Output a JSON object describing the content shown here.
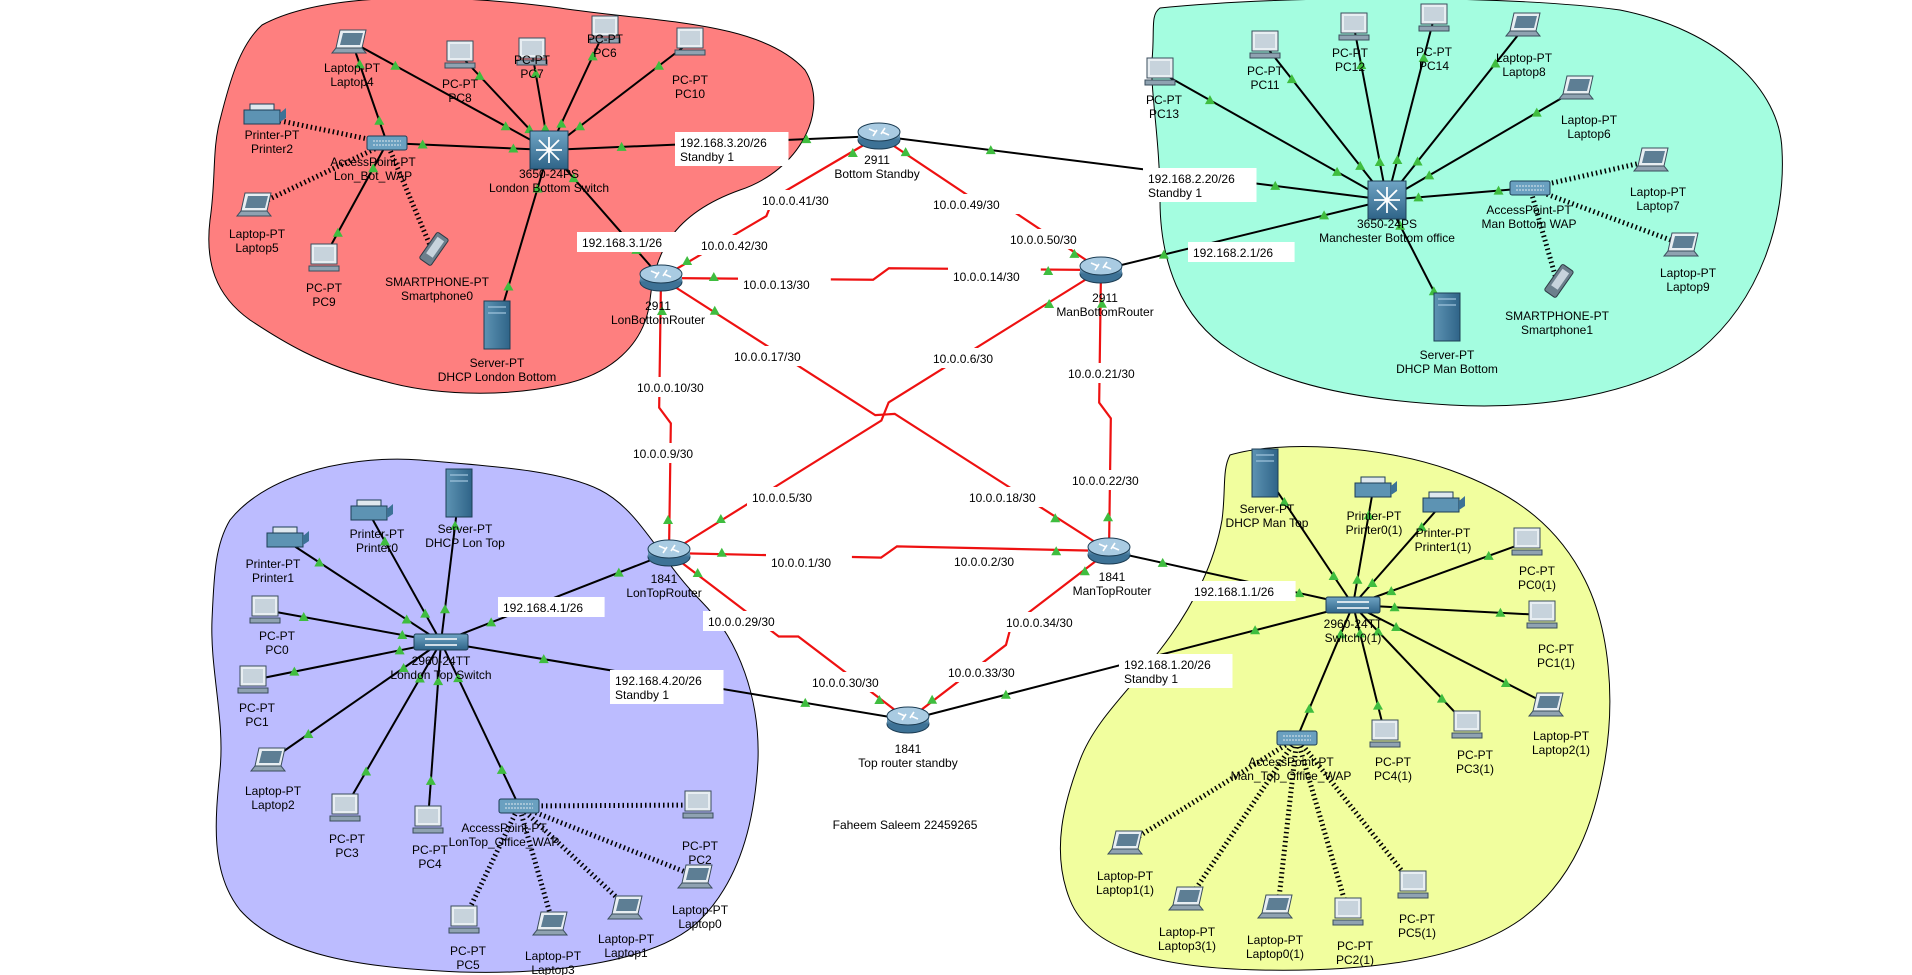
{
  "colors": {
    "london_bottom_area": "#fe7f7f",
    "manchester_bottom_area": "#a4fde0",
    "london_top_area": "#bcbcff",
    "manchester_top_area": "#f1fe9e",
    "serial_link": "#ee1111",
    "ethernet_link": "#000000",
    "link_up_marker": "#3fbd3f"
  },
  "footer": {
    "author": "Faheem Saleem 22459265"
  },
  "devices": [
    {
      "id": "laptop4",
      "type": "laptop",
      "l1": "Laptop-PT",
      "l2": "Laptop4"
    },
    {
      "id": "pc8",
      "type": "pc",
      "l1": "PC-PT",
      "l2": "PC8"
    },
    {
      "id": "pc7",
      "type": "pc",
      "l1": "PC-PT",
      "l2": "PC7"
    },
    {
      "id": "pc6",
      "type": "pc",
      "l1": "PC-PT",
      "l2": "PC6"
    },
    {
      "id": "pc10",
      "type": "pc",
      "l1": "PC-PT",
      "l2": "PC10"
    },
    {
      "id": "printer2",
      "type": "printer",
      "l1": "Printer-PT",
      "l2": "Printer2"
    },
    {
      "id": "lon_bot_wap",
      "type": "ap",
      "l1": "AccessPoint-PT",
      "l2": "Lon_Bot_WAP"
    },
    {
      "id": "london_bottom_switch",
      "type": "switch3650",
      "l1": "3650-24PS",
      "l2": "London Bottom Switch"
    },
    {
      "id": "laptop5",
      "type": "laptop",
      "l1": "Laptop-PT",
      "l2": "Laptop5"
    },
    {
      "id": "pc9",
      "type": "pc",
      "l1": "PC-PT",
      "l2": "PC9"
    },
    {
      "id": "smartphone0",
      "type": "phone",
      "l1": "SMARTPHONE-PT",
      "l2": "Smartphone0"
    },
    {
      "id": "dhcp_london_bottom",
      "type": "server",
      "l1": "Server-PT",
      "l2": "DHCP London Bottom"
    },
    {
      "id": "bottom_standby",
      "type": "router",
      "l1": "2911",
      "l2": "Bottom Standby"
    },
    {
      "id": "lon_bottom_router",
      "type": "router",
      "l1": "2911",
      "l2": "LonBottomRouter"
    },
    {
      "id": "man_bottom_router",
      "type": "router",
      "l1": "2911",
      "l2": "ManBottomRouter"
    },
    {
      "id": "pc13",
      "type": "pc",
      "l1": "PC-PT",
      "l2": "PC13"
    },
    {
      "id": "pc11",
      "type": "pc",
      "l1": "PC-PT",
      "l2": "PC11"
    },
    {
      "id": "pc12",
      "type": "pc",
      "l1": "PC-PT",
      "l2": "PC12"
    },
    {
      "id": "pc14",
      "type": "pc",
      "l1": "PC-PT",
      "l2": "PC14"
    },
    {
      "id": "laptop8",
      "type": "laptop",
      "l1": "Laptop-PT",
      "l2": "Laptop8"
    },
    {
      "id": "laptop6",
      "type": "laptop",
      "l1": "Laptop-PT",
      "l2": "Laptop6"
    },
    {
      "id": "manchester_bottom_office",
      "type": "switch3650",
      "l1": "3650-24PS",
      "l2": "Manchester Bottom office"
    },
    {
      "id": "man_bottom_wap",
      "type": "ap",
      "l1": "AccessPoint-PT",
      "l2": "Man Bottom WAP"
    },
    {
      "id": "laptop7",
      "type": "laptop",
      "l1": "Laptop-PT",
      "l2": "Laptop7"
    },
    {
      "id": "laptop9",
      "type": "laptop",
      "l1": "Laptop-PT",
      "l2": "Laptop9"
    },
    {
      "id": "smartphone1",
      "type": "phone",
      "l1": "SMARTPHONE-PT",
      "l2": "Smartphone1"
    },
    {
      "id": "dhcp_man_bottom",
      "type": "server",
      "l1": "Server-PT",
      "l2": "DHCP Man Bottom"
    },
    {
      "id": "printer1",
      "type": "printer",
      "l1": "Printer-PT",
      "l2": "Printer1"
    },
    {
      "id": "printer0",
      "type": "printer",
      "l1": "Printer-PT",
      "l2": "Printer0"
    },
    {
      "id": "dhcp_lon_top",
      "type": "server",
      "l1": "Server-PT",
      "l2": "DHCP Lon Top"
    },
    {
      "id": "pc0",
      "type": "pc",
      "l1": "PC-PT",
      "l2": "PC0"
    },
    {
      "id": "london_top_switch",
      "type": "switch2960",
      "l1": "2960-24TT",
      "l2": "London Top Switch"
    },
    {
      "id": "pc1",
      "type": "pc",
      "l1": "PC-PT",
      "l2": "PC1"
    },
    {
      "id": "laptop2",
      "type": "laptop",
      "l1": "Laptop-PT",
      "l2": "Laptop2"
    },
    {
      "id": "pc3",
      "type": "pc",
      "l1": "PC-PT",
      "l2": "PC3"
    },
    {
      "id": "pc4",
      "type": "pc",
      "l1": "PC-PT",
      "l2": "PC4"
    },
    {
      "id": "lontop_office_wap",
      "type": "ap",
      "l1": "AccessPoint-PT",
      "l2": "LonTop_Office_WAP"
    },
    {
      "id": "pc2",
      "type": "pc",
      "l1": "PC-PT",
      "l2": "PC2"
    },
    {
      "id": "laptop0",
      "type": "laptop",
      "l1": "Laptop-PT",
      "l2": "Laptop0"
    },
    {
      "id": "laptop1",
      "type": "laptop",
      "l1": "Laptop-PT",
      "l2": "Laptop1"
    },
    {
      "id": "laptop3",
      "type": "laptop",
      "l1": "Laptop-PT",
      "l2": "Laptop3"
    },
    {
      "id": "pc5",
      "type": "pc",
      "l1": "PC-PT",
      "l2": "PC5"
    },
    {
      "id": "lon_top_router",
      "type": "router",
      "l1": "1841",
      "l2": "LonTopRouter"
    },
    {
      "id": "man_top_router",
      "type": "router",
      "l1": "1841",
      "l2": "ManTopRouter"
    },
    {
      "id": "top_router_standby",
      "type": "router",
      "l1": "1841",
      "l2": "Top router standby"
    },
    {
      "id": "dhcp_man_top",
      "type": "server",
      "l1": "Server-PT",
      "l2": "DHCP Man Top"
    },
    {
      "id": "printer0_1",
      "type": "printer",
      "l1": "Printer-PT",
      "l2": "Printer0(1)"
    },
    {
      "id": "printer1_1",
      "type": "printer",
      "l1": "Printer-PT",
      "l2": "Printer1(1)"
    },
    {
      "id": "pc0_1",
      "type": "pc",
      "l1": "PC-PT",
      "l2": "PC0(1)"
    },
    {
      "id": "switch0_1",
      "type": "switch2960",
      "l1": "2960-24TT",
      "l2": "Switch0(1)"
    },
    {
      "id": "pc1_1",
      "type": "pc",
      "l1": "PC-PT",
      "l2": "PC1(1)"
    },
    {
      "id": "laptop2_1",
      "type": "laptop",
      "l1": "Laptop-PT",
      "l2": "Laptop2(1)"
    },
    {
      "id": "pc3_1",
      "type": "pc",
      "l1": "PC-PT",
      "l2": "PC3(1)"
    },
    {
      "id": "pc4_1",
      "type": "pc",
      "l1": "PC-PT",
      "l2": "PC4(1)"
    },
    {
      "id": "man_top_office_wap",
      "type": "ap",
      "l1": "AccessPoint-PT",
      "l2": "Man_Top_Office_WAP"
    },
    {
      "id": "laptop1_1",
      "type": "laptop",
      "l1": "Laptop-PT",
      "l2": "Laptop1(1)"
    },
    {
      "id": "laptop3_1",
      "type": "laptop",
      "l1": "Laptop-PT",
      "l2": "Laptop3(1)"
    },
    {
      "id": "laptop0_1",
      "type": "laptop",
      "l1": "Laptop-PT",
      "l2": "Laptop0(1)"
    },
    {
      "id": "pc2_1",
      "type": "pc",
      "l1": "PC-PT",
      "l2": "PC2(1)"
    },
    {
      "id": "pc5_1",
      "type": "pc",
      "l1": "PC-PT",
      "l2": "PC5(1)"
    }
  ],
  "ip_labels": [
    {
      "id": "ip_192_168_3_20",
      "lines": [
        "192.168.3.20/26",
        "Standby 1"
      ],
      "boxed": true
    },
    {
      "id": "ip_192_168_3_1",
      "lines": [
        "192.168.3.1/26"
      ],
      "boxed": true
    },
    {
      "id": "ip_192_168_2_20",
      "lines": [
        "192.168.2.20/26",
        "Standby 1"
      ],
      "boxed": true
    },
    {
      "id": "ip_192_168_2_1",
      "lines": [
        "192.168.2.1/26"
      ],
      "boxed": true
    },
    {
      "id": "ip_192_168_4_1",
      "lines": [
        "192.168.4.1/26"
      ],
      "boxed": true
    },
    {
      "id": "ip_192_168_4_20",
      "lines": [
        "192.168.4.20/26",
        "Standby 1"
      ],
      "boxed": true
    },
    {
      "id": "ip_192_168_1_1",
      "lines": [
        "192.168.1.1/26"
      ],
      "boxed": true
    },
    {
      "id": "ip_192_168_1_20",
      "lines": [
        "192.168.1.20/26",
        "Standby 1"
      ],
      "boxed": true
    },
    {
      "id": "ip_10_0_0_41",
      "lines": [
        "10.0.0.41/30"
      ],
      "boxed": true
    },
    {
      "id": "ip_10_0_0_42",
      "lines": [
        "10.0.0.42/30"
      ],
      "boxed": true
    },
    {
      "id": "ip_10_0_0_49",
      "lines": [
        "10.0.0.49/30"
      ],
      "boxed": true
    },
    {
      "id": "ip_10_0_0_50",
      "lines": [
        "10.0.0.50/30"
      ],
      "boxed": true
    },
    {
      "id": "ip_10_0_0_13",
      "lines": [
        "10.0.0.13/30"
      ],
      "boxed": true
    },
    {
      "id": "ip_10_0_0_14",
      "lines": [
        "10.0.0.14/30"
      ],
      "boxed": true
    },
    {
      "id": "ip_10_0_0_17",
      "lines": [
        "10.0.0.17/30"
      ],
      "boxed": true
    },
    {
      "id": "ip_10_0_0_6",
      "lines": [
        "10.0.0.6/30"
      ],
      "boxed": true
    },
    {
      "id": "ip_10_0_0_10",
      "lines": [
        "10.0.0.10/30"
      ],
      "boxed": true
    },
    {
      "id": "ip_10_0_0_21",
      "lines": [
        "10.0.0.21/30"
      ],
      "boxed": true
    },
    {
      "id": "ip_10_0_0_9",
      "lines": [
        "10.0.0.9/30"
      ],
      "boxed": true
    },
    {
      "id": "ip_10_0_0_22",
      "lines": [
        "10.0.0.22/30"
      ],
      "boxed": true
    },
    {
      "id": "ip_10_0_0_5",
      "lines": [
        "10.0.0.5/30"
      ],
      "boxed": true
    },
    {
      "id": "ip_10_0_0_18",
      "lines": [
        "10.0.0.18/30"
      ],
      "boxed": true
    },
    {
      "id": "ip_10_0_0_1",
      "lines": [
        "10.0.0.1/30"
      ],
      "boxed": true
    },
    {
      "id": "ip_10_0_0_2",
      "lines": [
        "10.0.0.2/30"
      ],
      "boxed": true
    },
    {
      "id": "ip_10_0_0_29",
      "lines": [
        "10.0.0.29/30"
      ],
      "boxed": true
    },
    {
      "id": "ip_10_0_0_34",
      "lines": [
        "10.0.0.34/30"
      ],
      "boxed": true
    },
    {
      "id": "ip_10_0_0_30",
      "lines": [
        "10.0.0.30/30"
      ],
      "boxed": true
    },
    {
      "id": "ip_10_0_0_33",
      "lines": [
        "10.0.0.33/30"
      ],
      "boxed": true
    }
  ]
}
